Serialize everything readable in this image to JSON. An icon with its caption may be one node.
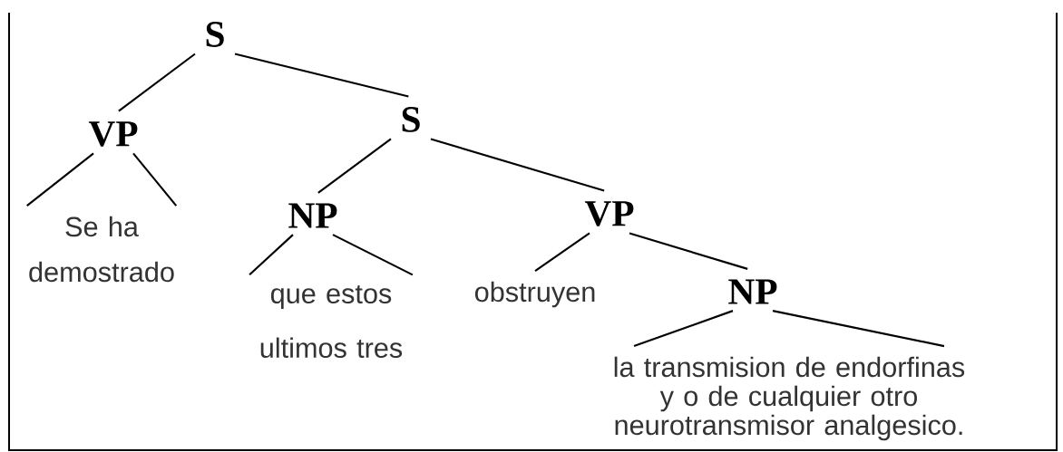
{
  "diagram": {
    "nodes": [
      {
        "text": [
          "S"
        ]
      },
      {
        "text": [
          "VP"
        ]
      },
      {
        "text": [
          "S"
        ]
      },
      {
        "text": [
          "Se ha demostrado"
        ]
      },
      {
        "text": [
          "NP"
        ]
      },
      {
        "text": [
          "VP"
        ]
      },
      {
        "text": [
          "que estos ultimos tres"
        ]
      },
      {
        "text": [
          "obstruyen"
        ]
      },
      {
        "text": [
          "NP"
        ]
      },
      {
        "text": [
          "la transmision de endorfinas y o de cualquier otro neurotransmisor analgesico."
        ]
      }
    ],
    "edges": [
      {
        "from": 0,
        "to": 1,
        "arrow": "none"
      },
      {
        "from": 0,
        "to": 2,
        "arrow": "none"
      },
      {
        "from": 1,
        "to": 3,
        "arrow": "none"
      },
      {
        "from": 1,
        "to": 3,
        "arrow": "none"
      },
      {
        "from": 2,
        "to": 4,
        "arrow": "none"
      },
      {
        "from": 2,
        "to": 5,
        "arrow": "none"
      },
      {
        "from": 4,
        "to": 6,
        "arrow": "none"
      },
      {
        "from": 4,
        "to": 6,
        "arrow": "none"
      },
      {
        "from": 5,
        "to": 7,
        "arrow": "none"
      },
      {
        "from": 5,
        "to": 8,
        "arrow": "none"
      },
      {
        "from": 8,
        "to": 9,
        "arrow": "none"
      },
      {
        "from": 8,
        "to": 9,
        "arrow": "none"
      }
    ]
  }
}
